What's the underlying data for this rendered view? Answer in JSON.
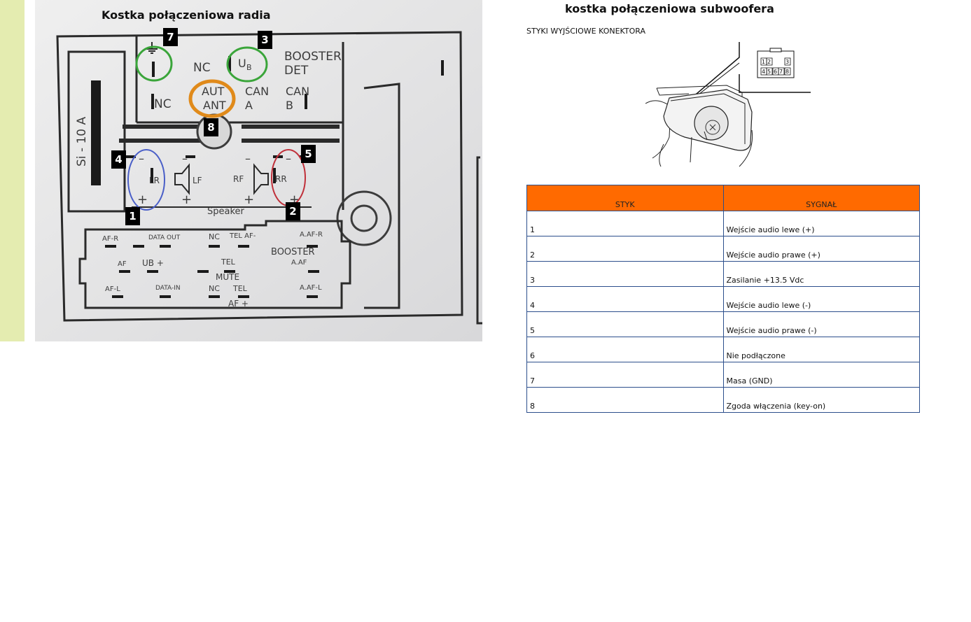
{
  "left": {
    "title": "Kostka połączeniowa radia",
    "fuse_label": "Si - 10 A",
    "top_labels": {
      "nc1": "NC",
      "ub": "U",
      "ub_sub": "B",
      "booster": "BOOSTER",
      "det": "DET",
      "nc2": "NC",
      "aut": "AUT",
      "ant": "ANT",
      "can_a_1": "CAN",
      "can_a_2": "A",
      "can_b_1": "CAN",
      "can_b_2": "B"
    },
    "speaker_labels": {
      "lr": "LR",
      "lf": "LF",
      "rf": "RF",
      "rr": "RR",
      "speaker": "Speaker",
      "minus": "–",
      "plus": "+"
    },
    "bottom_labels": {
      "af_r": "AF-R",
      "data_out": "DATA OUT",
      "nc_a": "NC",
      "tel_af": "TEL  AF-",
      "a_af_r": "A.AF-R",
      "af": "AF",
      "ub_plus": "UB +",
      "tel": "TEL",
      "mute": "MUTE",
      "booster": "BOOSTER",
      "a_af": "A.AF",
      "af_l": "AF-L",
      "data_in": "DATA-IN",
      "nc_b": "NC",
      "tel2": "TEL",
      "af_plus": "AF +",
      "a_af_l": "A.AF-L"
    },
    "markers": [
      "7",
      "3",
      "8",
      "4",
      "5",
      "1",
      "2"
    ],
    "colors": {
      "green": "#3aa53a",
      "blue": "#4a5fc8",
      "orange": "#e08a1a",
      "red": "#c0303a",
      "table_header": "#ff6a00",
      "table_border": "#2c4f8c",
      "left_strip": "#e4ecb0"
    }
  },
  "right": {
    "title": "kostka połączeniowa subwoofera",
    "subtitle": "STYKI WYJŚCIOWE KONEKTORA",
    "connector_pins_top": [
      "1",
      "2",
      "3"
    ],
    "connector_pins_bottom": [
      "4",
      "5",
      "6",
      "7",
      "8"
    ],
    "table": {
      "headers": [
        "STYK",
        "SYGNAŁ"
      ],
      "rows": [
        [
          "1",
          "Wejście audio lewe (+)"
        ],
        [
          "2",
          "Wejście audio prawe (+)"
        ],
        [
          "3",
          "Zasilanie +13.5 Vdc"
        ],
        [
          "4",
          "Wejście audio lewe (-)"
        ],
        [
          "5",
          "Wejście audio prawe (-)"
        ],
        [
          "6",
          "Nie podłączone"
        ],
        [
          "7",
          "Masa (GND)"
        ],
        [
          "8",
          "Zgoda włączenia (key-on)"
        ]
      ]
    }
  }
}
